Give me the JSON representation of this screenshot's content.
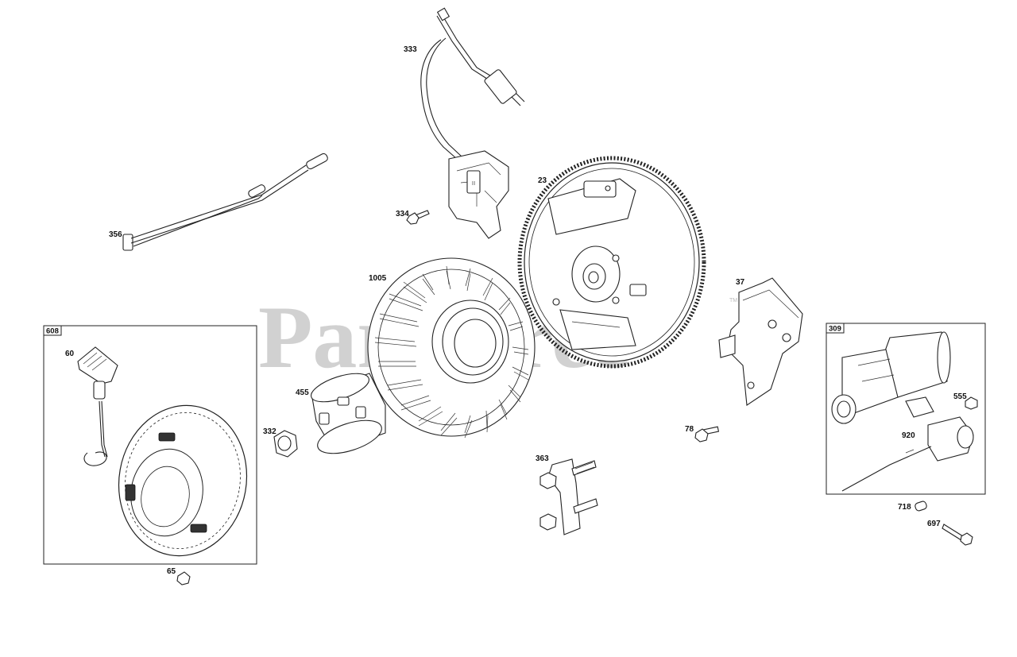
{
  "watermark": {
    "text": "PartsTree",
    "tm": "TM"
  },
  "callouts": {
    "c333": "333",
    "c356": "356",
    "c334": "334",
    "c23": "23",
    "c1005": "1005",
    "c37": "37",
    "c455": "455",
    "c332": "332",
    "c363": "363",
    "c78": "78",
    "c60": "60",
    "c65": "65",
    "c555": "555",
    "c920": "920",
    "c718": "718",
    "c697": "697"
  },
  "boxes": {
    "b608": "608",
    "b309": "309"
  }
}
